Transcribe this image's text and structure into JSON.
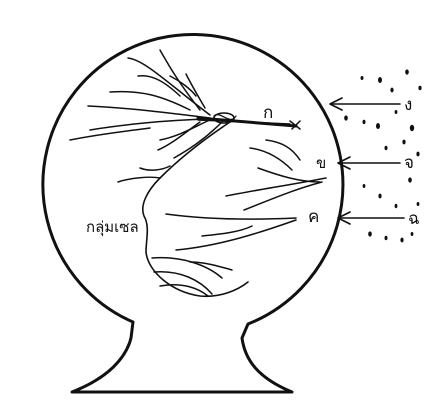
{
  "diagram": {
    "labels": {
      "k": "ก",
      "kh": "ข",
      "kho": "ค",
      "ng": "ง",
      "ch": "จ",
      "cho": "ฉ",
      "cell_group": "กลุ่มเซล"
    },
    "colors": {
      "ink": "#111111",
      "background": "#ffffff"
    }
  }
}
